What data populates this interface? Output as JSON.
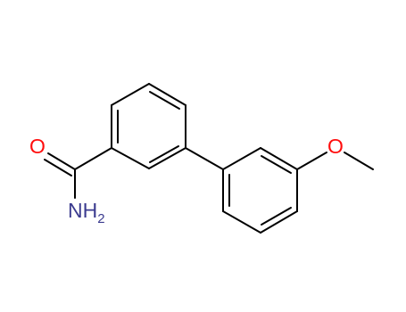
{
  "molecule": {
    "atoms": {
      "carbonyl_oxygen": {
        "text": "O",
        "color": "#ff0d0d"
      },
      "amide_nitrogen": {
        "text": "NH",
        "subscript": "2",
        "color": "#3b3b8f"
      },
      "ether_oxygen": {
        "text": "O",
        "color": "#ff0d0d"
      }
    },
    "bond_color": "#000000"
  }
}
